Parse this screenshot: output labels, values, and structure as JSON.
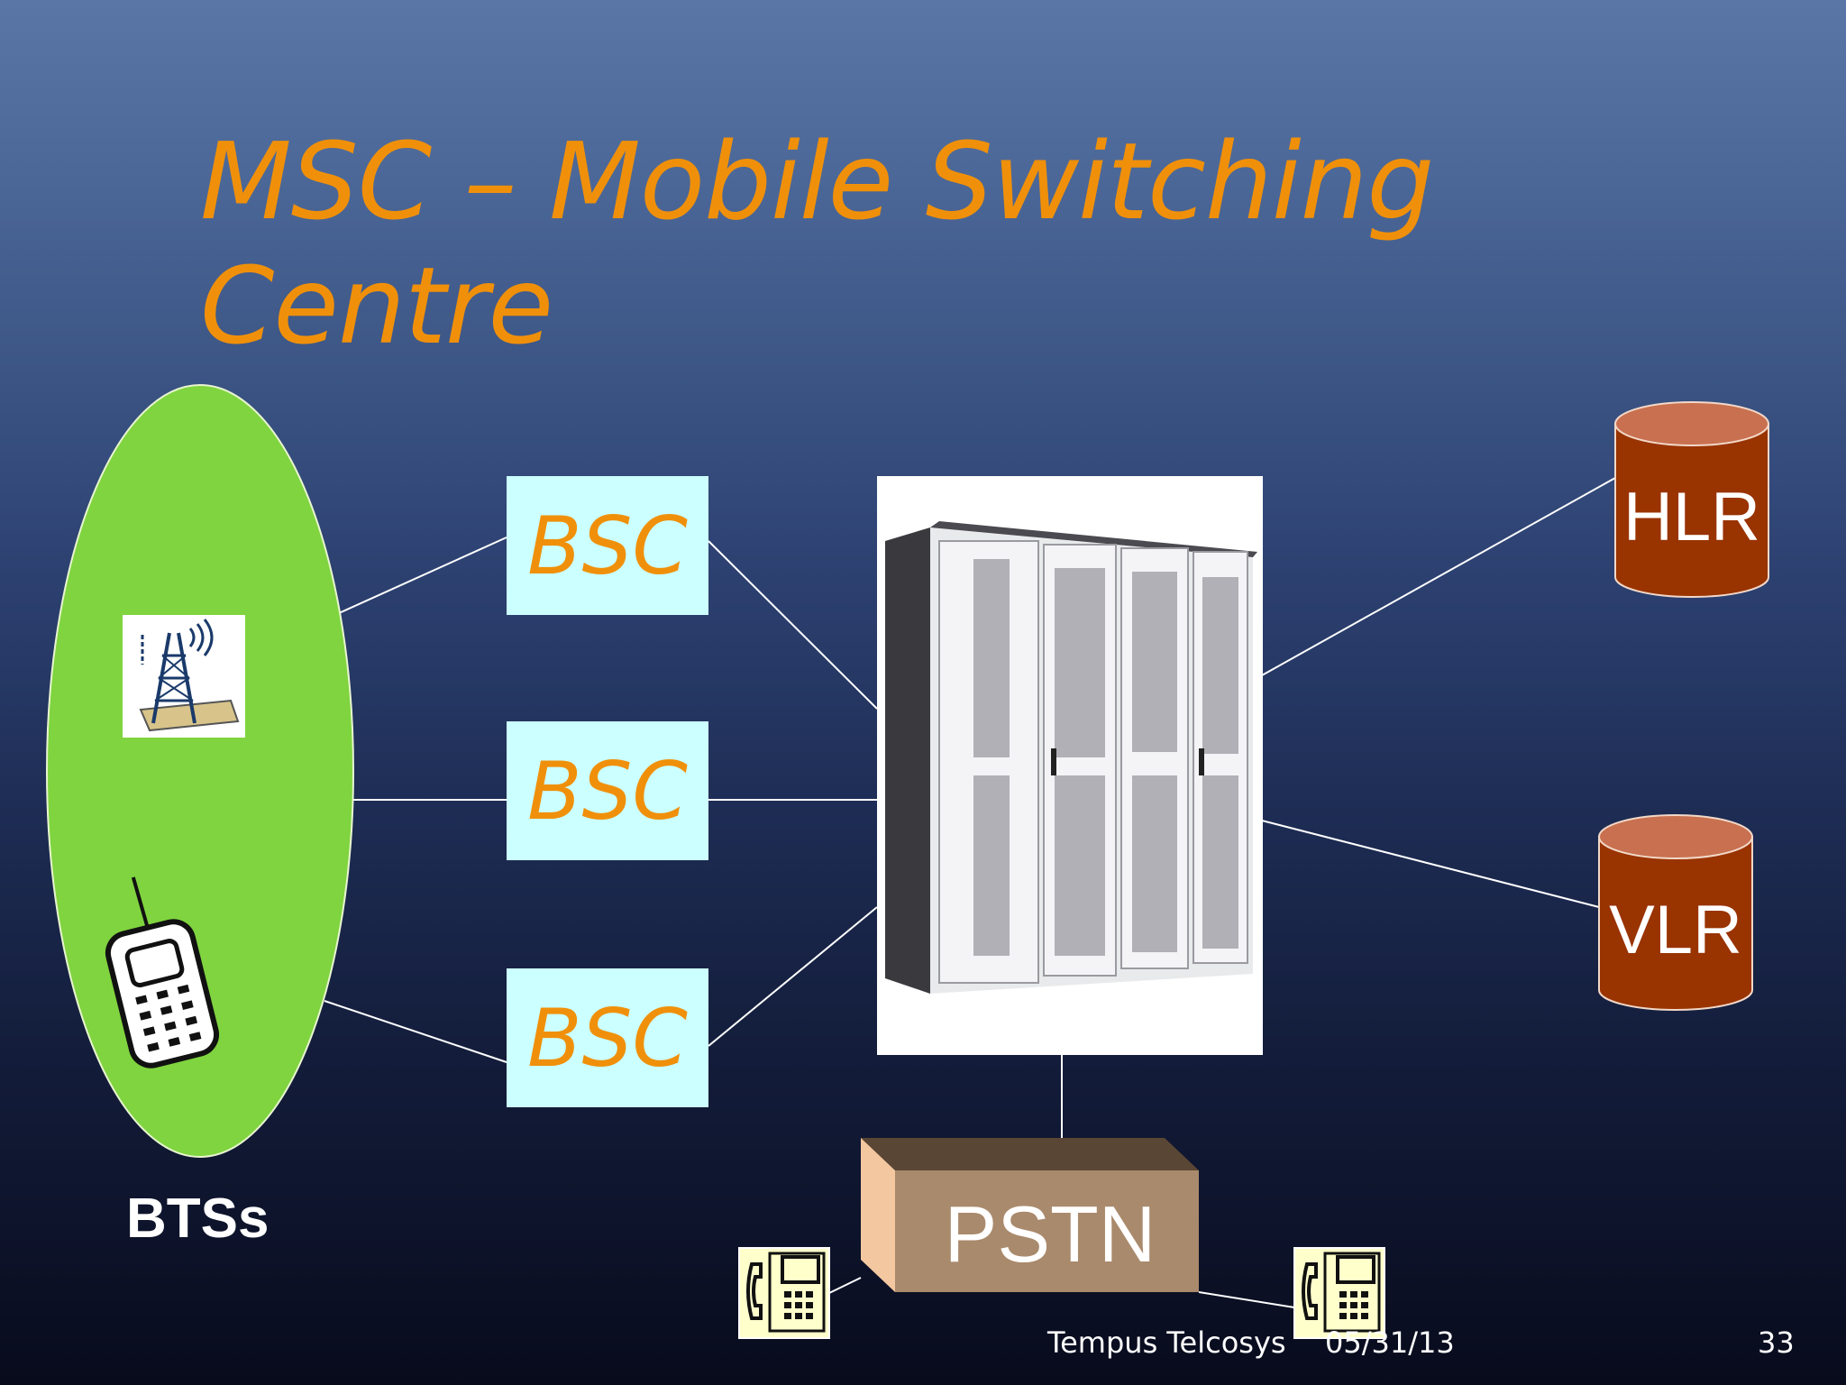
{
  "slide": {
    "title": "MSC – Mobile Switching Centre",
    "footer_org": "Tempus Telcosys",
    "footer_date": "05/31/13",
    "slide_number": "33"
  },
  "diagram": {
    "bts_group_label": "BTSs",
    "bsc_boxes": [
      "BSC",
      "BSC",
      "BSC"
    ],
    "databases": [
      "HLR",
      "VLR"
    ],
    "network_label": "PSTN",
    "icons": [
      "cell-tower-icon",
      "mobile-phone-icon",
      "msc-server-rack-icon",
      "desk-phone-icon"
    ],
    "colors": {
      "title": "#f0900a",
      "bts_ellipse": "#7fd43f",
      "bsc_fill": "#ccffff",
      "database_fill": "#993300",
      "database_top": "#c8704f",
      "pstn_front": "#a98a6c",
      "pstn_side": "#f3c79f",
      "pstn_top": "#5a4634",
      "phone_fill": "#ffffcc"
    }
  }
}
